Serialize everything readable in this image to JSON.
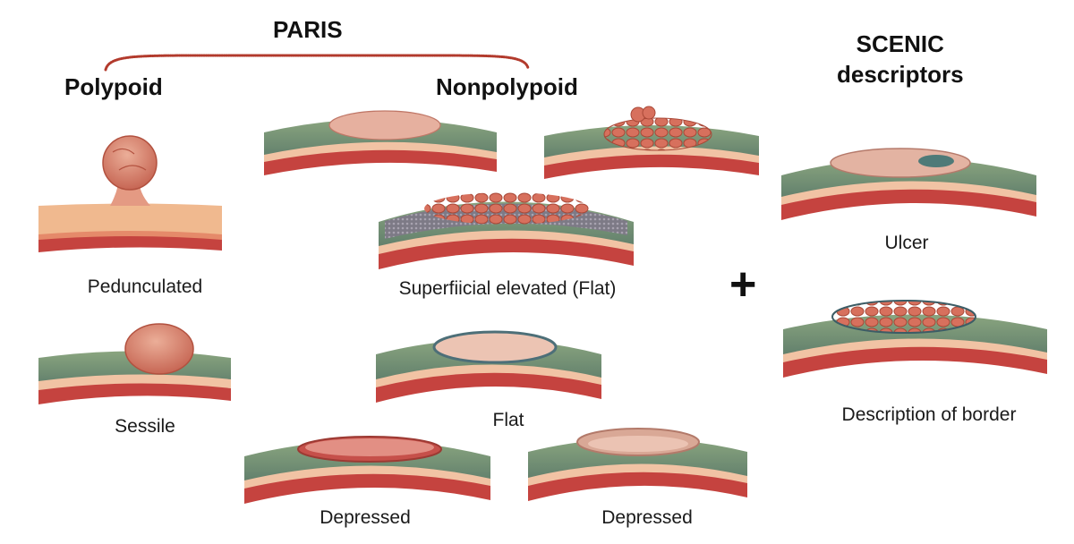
{
  "headings": {
    "paris": "PARIS",
    "polypoid": "Polypoid",
    "nonpolypoid": "Nonpolypoid",
    "scenic_line1": "SCENIC",
    "scenic_line2": "descriptors"
  },
  "plus_sign": "+",
  "captions": {
    "pedunculated": "Pedunculated",
    "sessile": "Sessile",
    "superficial_elevated": "Superfiicial elevated (Flat)",
    "flat": "Flat",
    "depressed_1": "Depressed",
    "depressed_2": "Depressed",
    "ulcer": "Ulcer",
    "border": "Description of border"
  },
  "colors": {
    "mucosa": "#6f8c73",
    "submucosa": "#f1c3a4",
    "muscle": "#c5433f",
    "lesion": "#d4826f",
    "lesion_light": "#e9b9a3",
    "bracket": "#b23a2c"
  }
}
